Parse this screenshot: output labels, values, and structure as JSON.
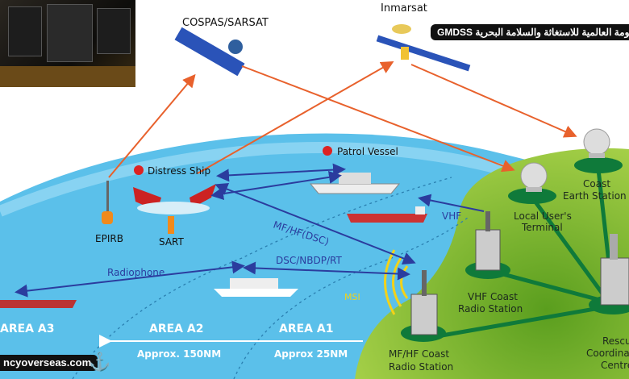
{
  "banner": {
    "text": "GMDSS  المنظومة العالمية للاستغاثة والسلامة البحرية"
  },
  "satellites": {
    "cospas": "COSPAS/SARSAT",
    "inmarsat": "Inmarsat"
  },
  "vessels": {
    "distress_ship": "Distress Ship",
    "patrol_vessel": "Patrol Vessel"
  },
  "devices": {
    "epirb": "EPIRB",
    "sart": "SART"
  },
  "links": {
    "mf_hf_dsc": "MF/HF(DSC)",
    "dsc_nbdp_rt": "DSC/NBDP/RT",
    "radiophone": "Radiophone",
    "vhf": "VHF",
    "msi": "MSI"
  },
  "areas": [
    {
      "name": "AREA A3"
    },
    {
      "name": "AREA A2",
      "range": "Approx. 150NM"
    },
    {
      "name": "AREA A1",
      "range": "Approx 25NM"
    }
  ],
  "stations": {
    "local_user_line1": "Local User's",
    "local_user_line2": "Terminal",
    "coast_earth_line1": "Coast",
    "coast_earth_line2": "Earth Station",
    "vhf_coast_line1": "VHF Coast",
    "vhf_coast_line2": "Radio Station",
    "mfhf_coast_line1": "MF/HF Coast",
    "mfhf_coast_line2": "Radio Station",
    "rcc_line1": "Rescue",
    "rcc_line2": "Coordination",
    "rcc_line3": "Centre"
  },
  "watermark": {
    "site": "ncyoverseas.com"
  },
  "colors": {
    "sea": "#5bc0ea",
    "land": "#7cb82f",
    "link_orange": "#e8612c",
    "link_blue": "#2b3c9e",
    "station_green": "#0f7a3a"
  }
}
